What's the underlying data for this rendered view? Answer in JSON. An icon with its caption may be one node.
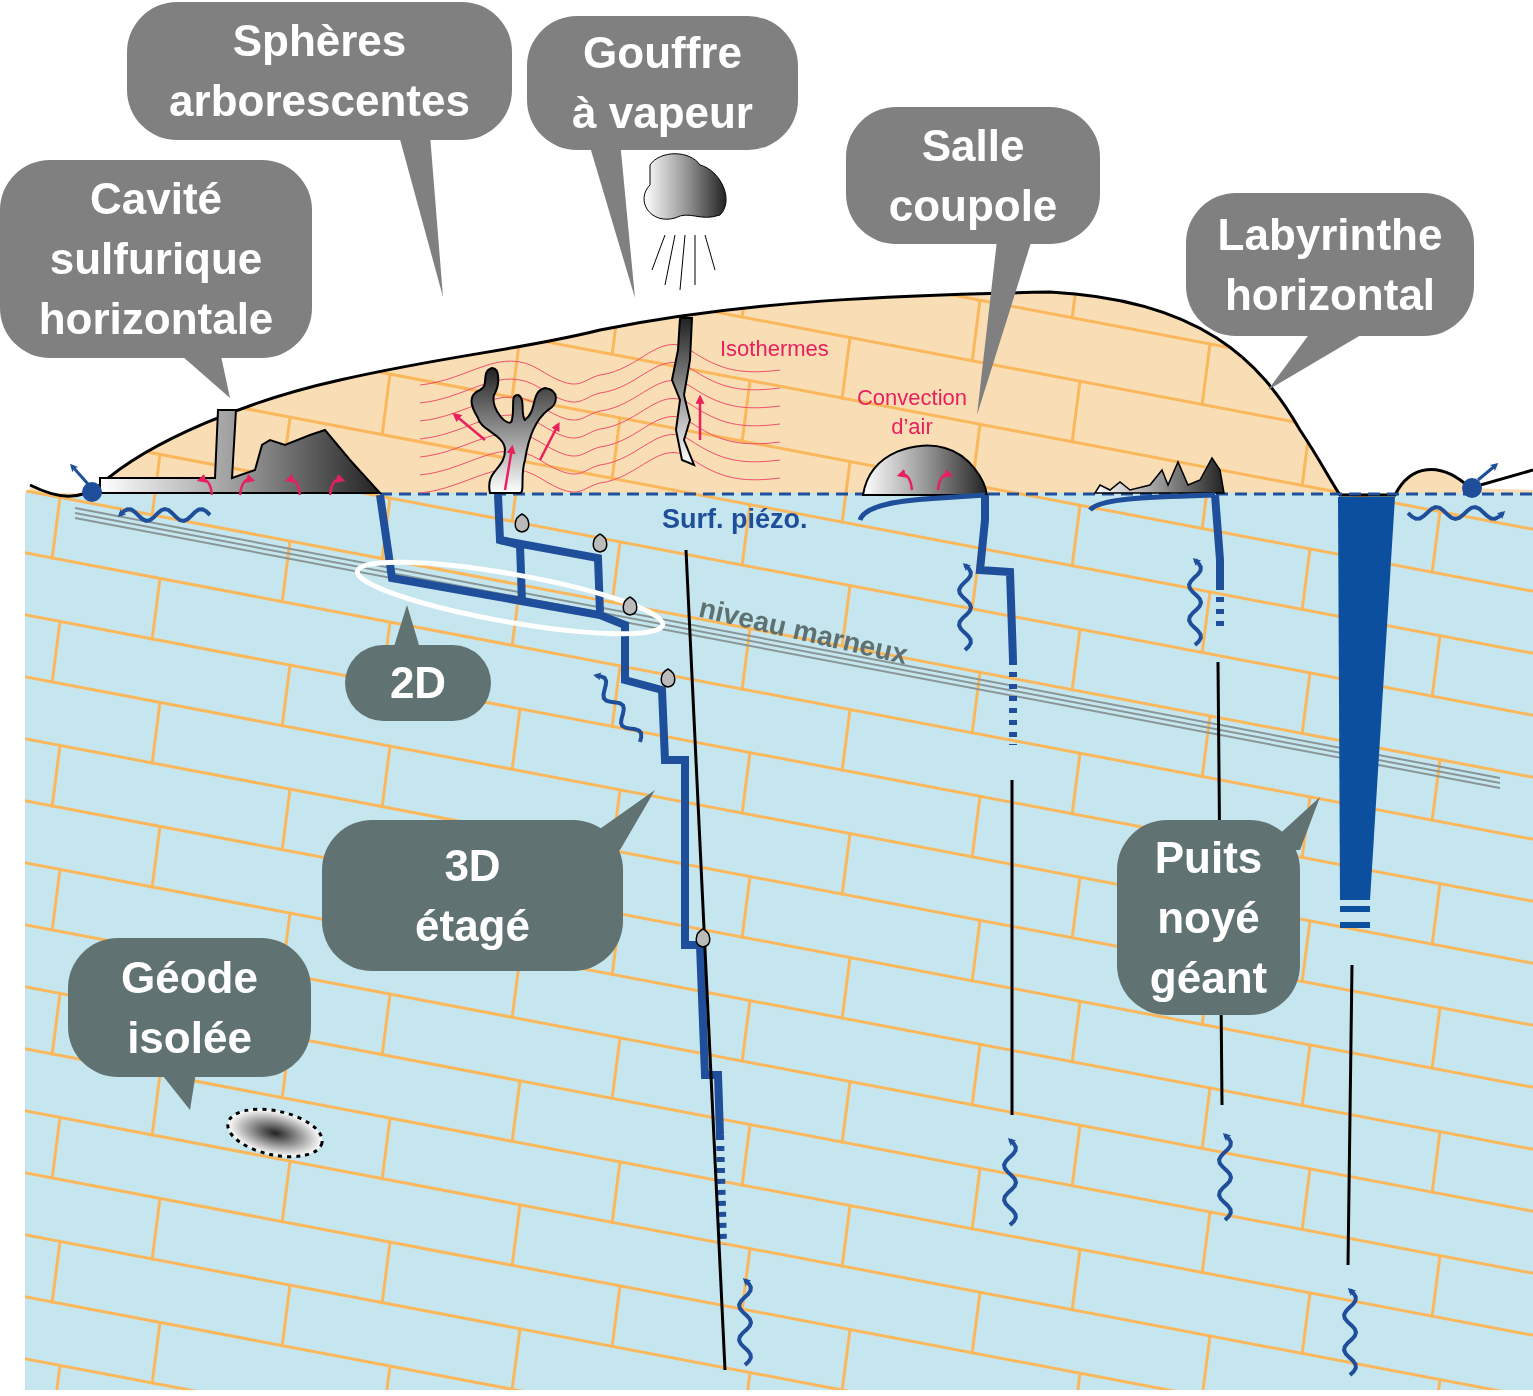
{
  "diagram": {
    "nodes": [
      {
        "text": [
          "Cavité sulfurique horizontale"
        ]
      },
      {
        "text": [
          "Sphères arborescentes"
        ]
      },
      {
        "text": [
          "Gouffre à vapeur"
        ]
      },
      {
        "text": [
          "Salle coupole"
        ]
      },
      {
        "text": [
          "Labyrinthe horizontal"
        ]
      },
      {
        "text": [
          "2D"
        ]
      },
      {
        "text": [
          "3D étagé"
        ]
      },
      {
        "text": [
          "Géode isolée"
        ]
      },
      {
        "text": [
          "Puits noyé géant"
        ]
      }
    ],
    "labels": [
      "Isothermes",
      "Convection d’air",
      "Surf. piézo.",
      "niveau marneux"
    ]
  }
}
